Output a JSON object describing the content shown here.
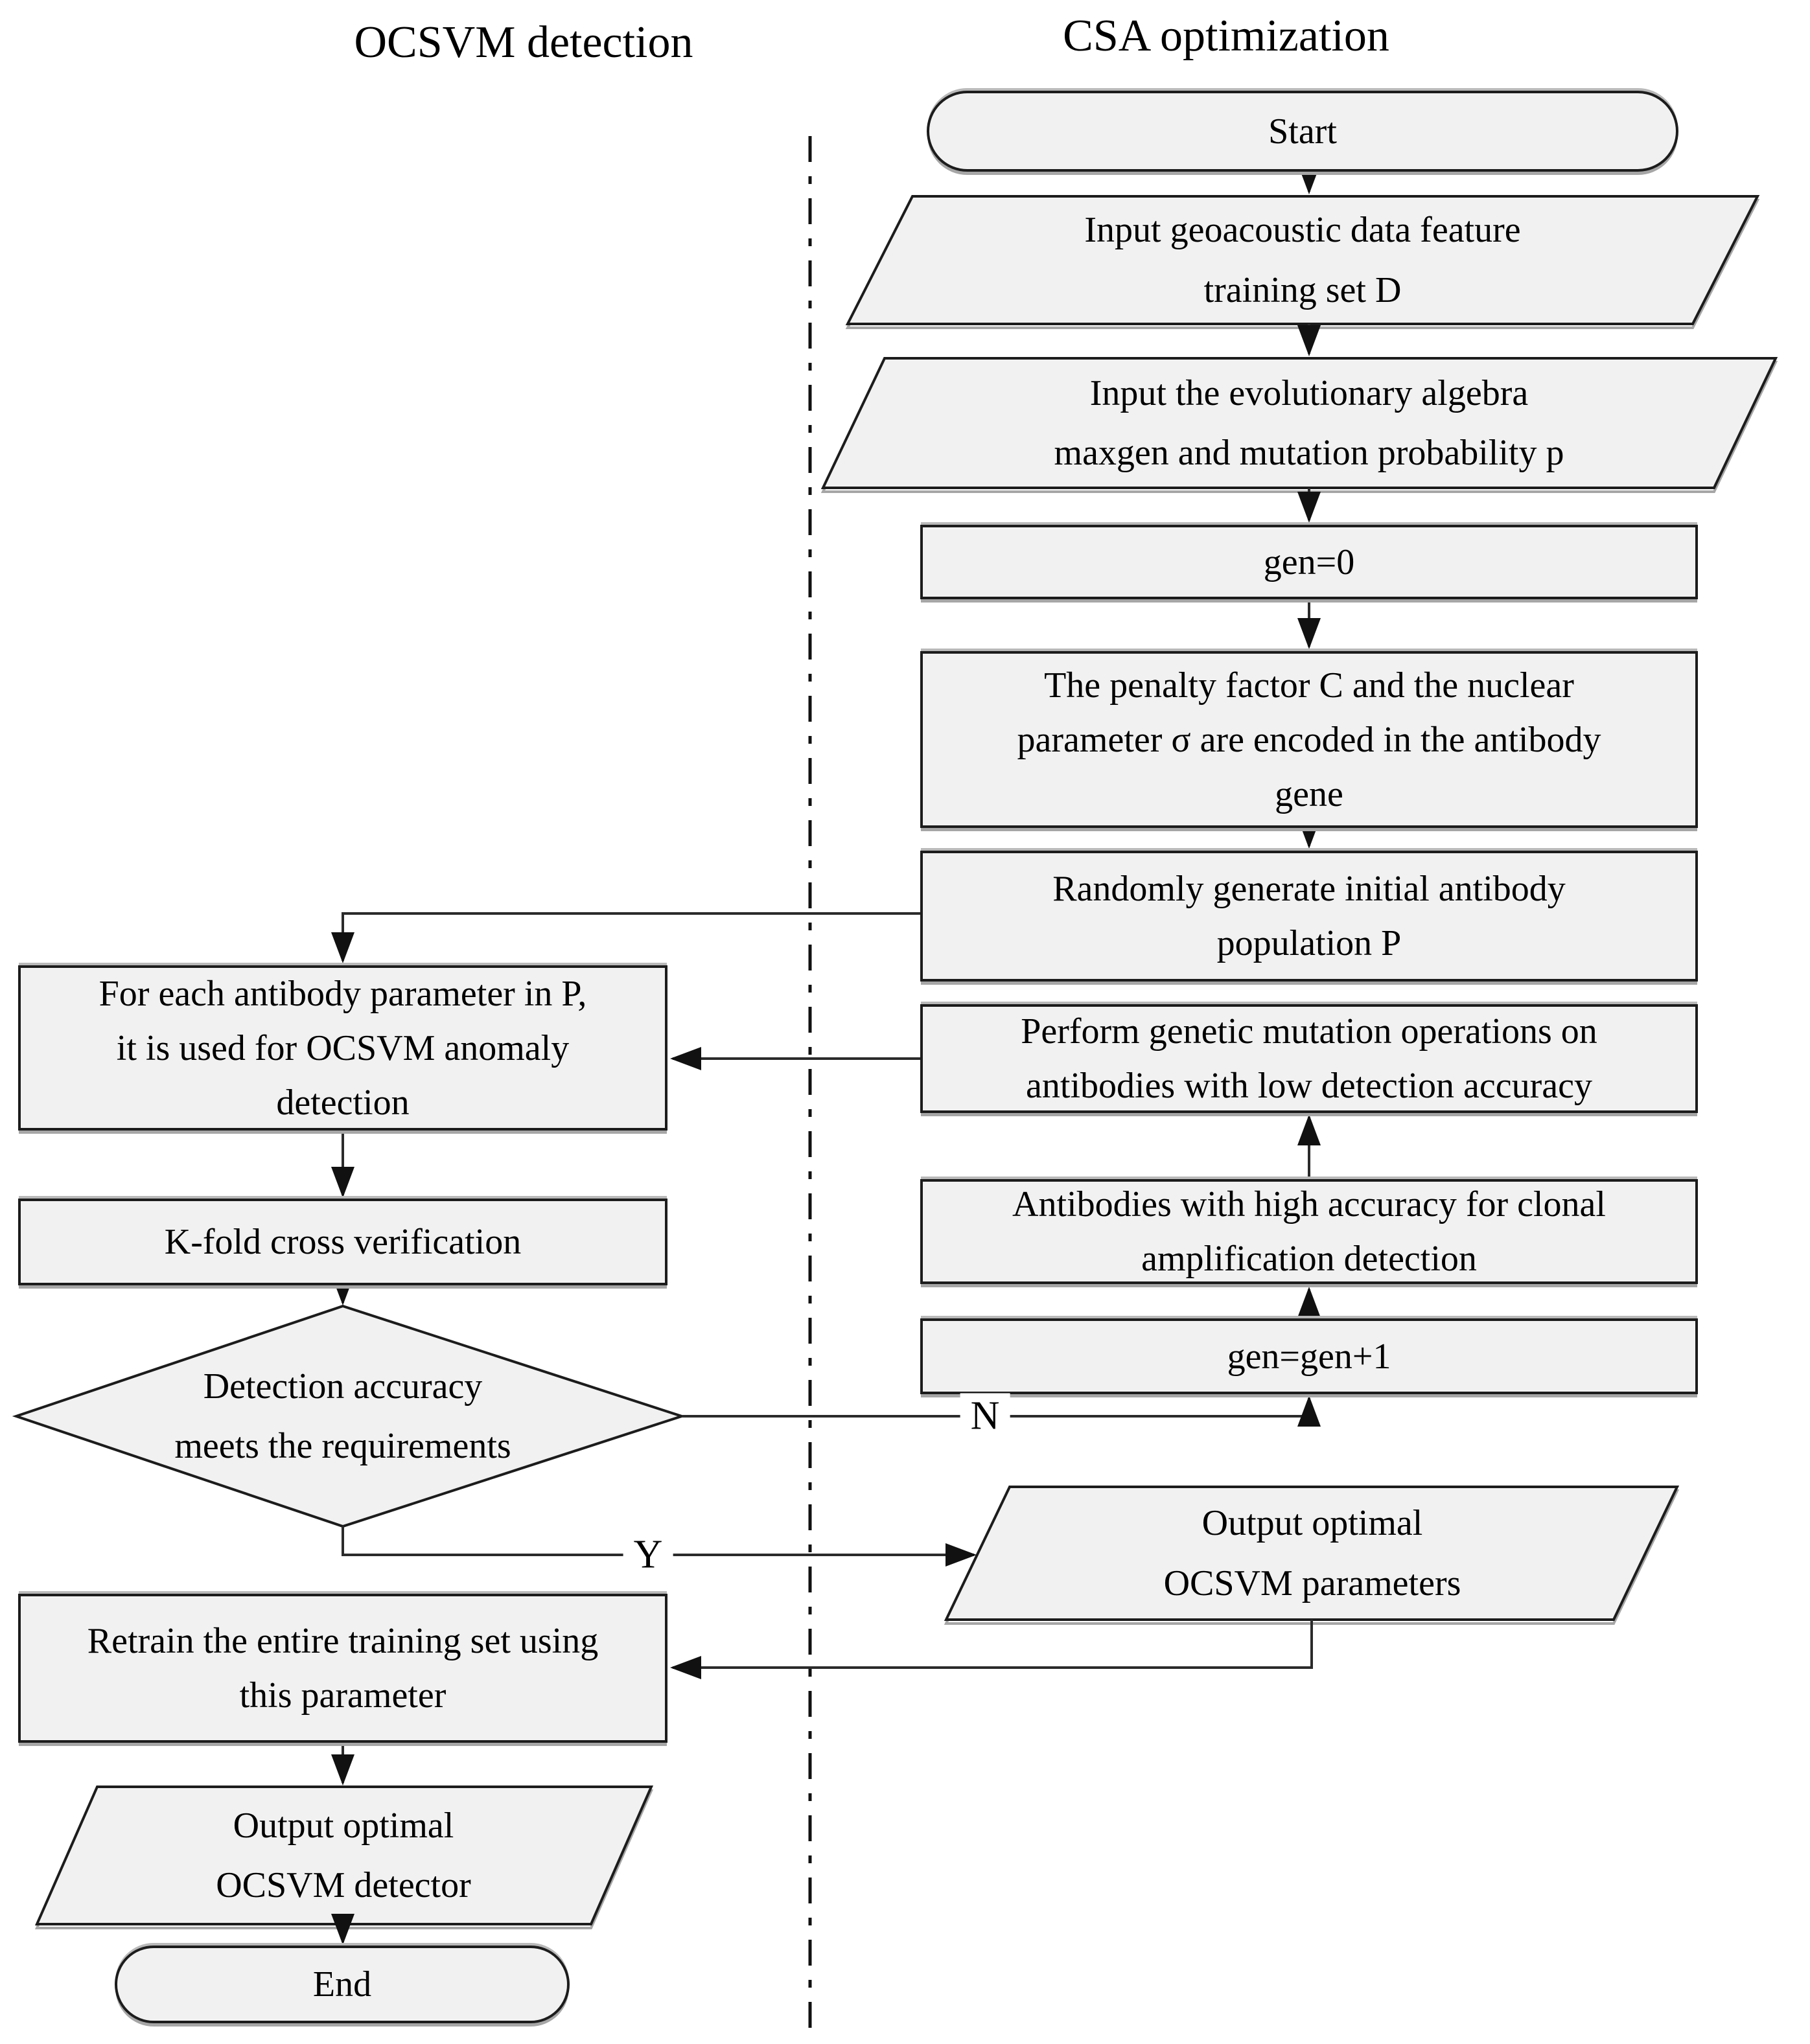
{
  "headers": {
    "left": "OCSVM detection",
    "right": "CSA optimization"
  },
  "edge_labels": {
    "no": "N",
    "yes": "Y"
  },
  "colors": {
    "shape_fill": "#f1f1f1",
    "shape_stroke": "#1c1c1c",
    "connector": "#2b2b2b",
    "background": "#ffffff",
    "text": "#000000"
  },
  "nodes": {
    "start": {
      "type": "terminator",
      "label": "Start"
    },
    "input_data": {
      "type": "io",
      "label": "Input geoacoustic data feature\ntraining set D"
    },
    "input_params": {
      "type": "io",
      "label": "Input the evolutionary algebra\nmaxgen and mutation probability p"
    },
    "gen_init": {
      "type": "process",
      "label": "gen=0"
    },
    "encode": {
      "type": "process",
      "label": "The penalty factor C and the nuclear\nparameter σ are encoded in the antibody\ngene"
    },
    "random_pop": {
      "type": "process",
      "label": "Randomly generate initial antibody\npopulation P"
    },
    "mutation": {
      "type": "process",
      "label": "Perform genetic mutation operations on\nantibodies with low detection accuracy"
    },
    "clonal": {
      "type": "process",
      "label": "Antibodies with high accuracy for clonal\namplification detection"
    },
    "gen_inc": {
      "type": "process",
      "label": "gen=gen+1"
    },
    "output_params": {
      "type": "io",
      "label": "Output optimal\nOCSVM parameters"
    },
    "foreach": {
      "type": "process",
      "label": "For each antibody parameter in P,\nit is used for OCSVM anomaly\ndetection"
    },
    "kfold": {
      "type": "process",
      "label": "K-fold cross verification"
    },
    "decision": {
      "type": "decision",
      "label": "Detection accuracy\nmeets the requirements"
    },
    "retrain": {
      "type": "process",
      "label": "Retrain the entire training set using\nthis parameter"
    },
    "output_detector": {
      "type": "io",
      "label": "Output optimal\nOCSVM detector"
    },
    "end": {
      "type": "terminator",
      "label": "End"
    }
  }
}
